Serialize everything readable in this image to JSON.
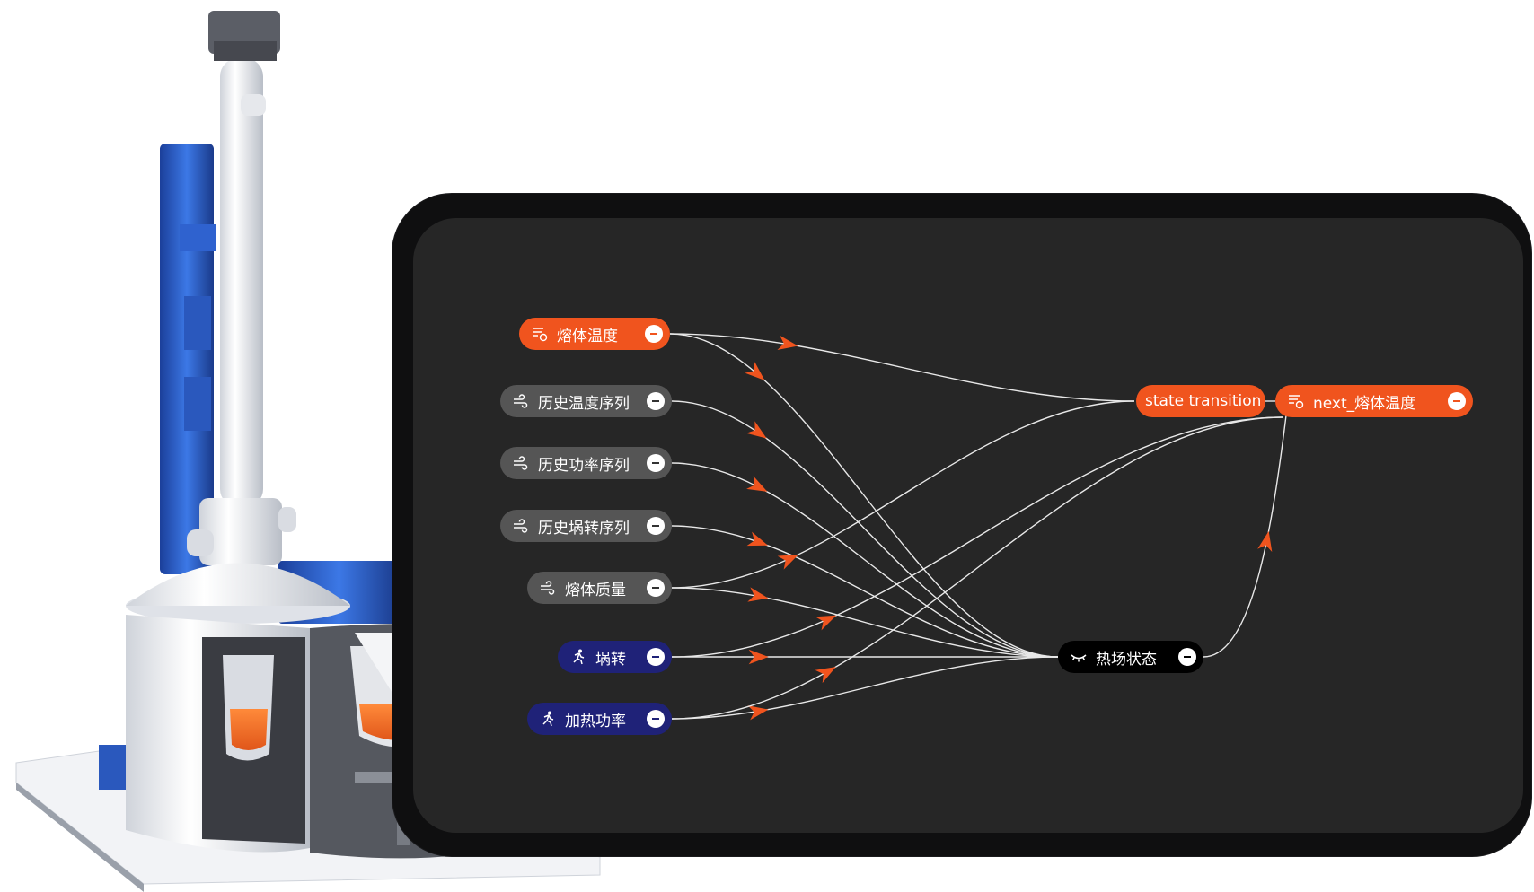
{
  "nodes": [
    {
      "id": "n1",
      "label": "熔体温度",
      "kind": "orange",
      "icon": "sensor-icon"
    },
    {
      "id": "n2",
      "label": "历史温度序列",
      "kind": "gray",
      "icon": "wind-icon"
    },
    {
      "id": "n3",
      "label": "历史功率序列",
      "kind": "gray",
      "icon": "wind-icon"
    },
    {
      "id": "n4",
      "label": "历史埚转序列",
      "kind": "gray",
      "icon": "wind-icon"
    },
    {
      "id": "n5",
      "label": "熔体质量",
      "kind": "gray",
      "icon": "wind-icon"
    },
    {
      "id": "n6",
      "label": "埚转",
      "kind": "navy",
      "icon": "runner-icon"
    },
    {
      "id": "n7",
      "label": "加热功率",
      "kind": "navy",
      "icon": "runner-icon"
    },
    {
      "id": "state",
      "label": "state transition",
      "kind": "orange",
      "icon": ""
    },
    {
      "id": "next",
      "label": "next_熔体温度",
      "kind": "orange",
      "icon": "sensor-icon"
    },
    {
      "id": "hidden",
      "label": "热场状态",
      "kind": "black",
      "icon": "eye-closed-icon"
    }
  ],
  "edges": [
    {
      "from": "n1",
      "to": "state"
    },
    {
      "from": "n1",
      "to": "hidden"
    },
    {
      "from": "n2",
      "to": "hidden"
    },
    {
      "from": "n3",
      "to": "hidden"
    },
    {
      "from": "n4",
      "to": "hidden"
    },
    {
      "from": "n5",
      "to": "hidden"
    },
    {
      "from": "n5",
      "to": "state"
    },
    {
      "from": "n6",
      "to": "hidden"
    },
    {
      "from": "n6",
      "to": "next"
    },
    {
      "from": "n7",
      "to": "hidden"
    },
    {
      "from": "n7",
      "to": "next"
    },
    {
      "from": "hidden",
      "to": "next"
    },
    {
      "from": "state",
      "to": "next"
    }
  ],
  "colors": {
    "orange": "#f0541e",
    "gray": "#555555",
    "navy": "#1f2278",
    "black": "#000000",
    "edge": "#e8e8e8",
    "arrow": "#f0541e"
  }
}
